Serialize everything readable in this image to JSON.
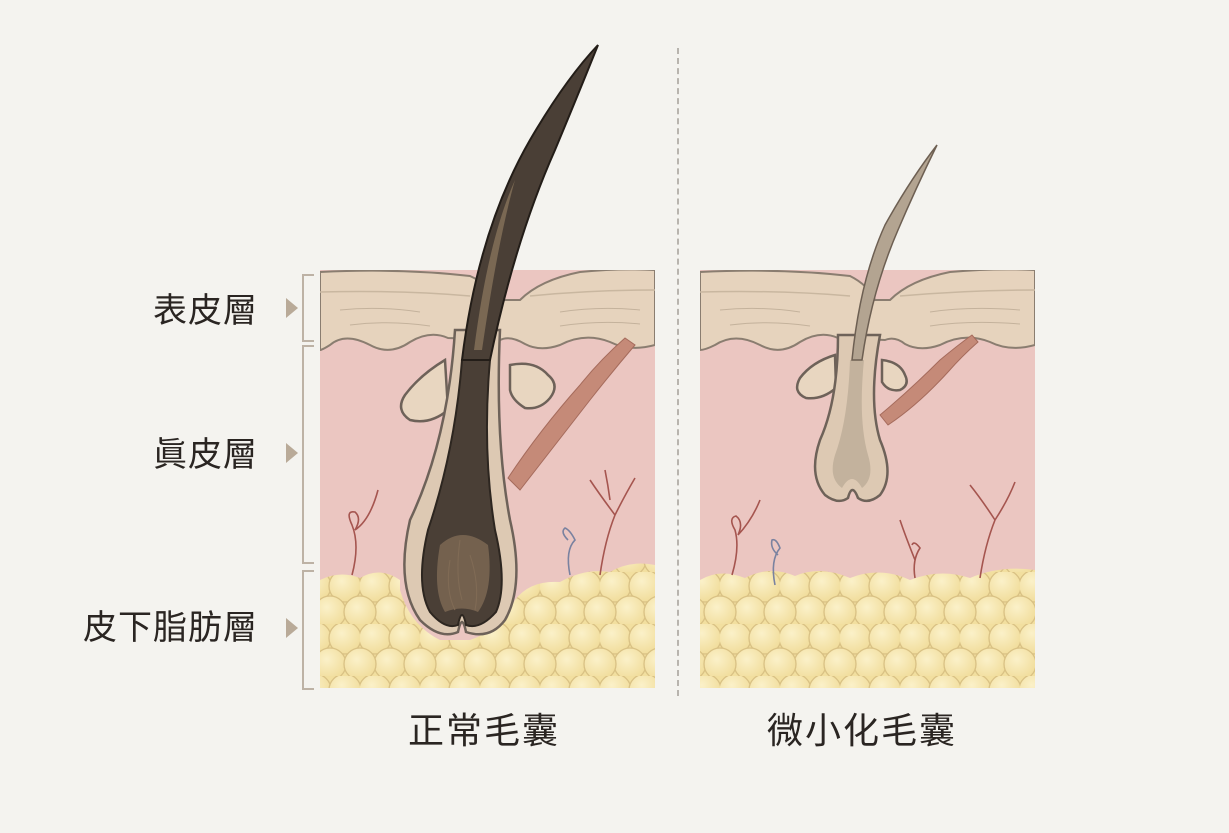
{
  "layers": [
    {
      "id": "epidermis",
      "label": "表皮層"
    },
    {
      "id": "dermis",
      "label": "眞皮層"
    },
    {
      "id": "subcutaneous",
      "label": "皮下脂肪層"
    }
  ],
  "panels": [
    {
      "id": "normal",
      "caption": "正常毛囊"
    },
    {
      "id": "miniaturized",
      "caption": "微小化毛囊"
    }
  ],
  "colors": {
    "background": "#f4f3ef",
    "epidermis": "#e8d6c0",
    "dermis": "#ebc6c1",
    "fat": "#f3e3a6",
    "hair_normal": "#4a3f36",
    "hair_miniaturized": "#b3a491",
    "outline": "#6e6259",
    "marker": "#b9aa98"
  }
}
